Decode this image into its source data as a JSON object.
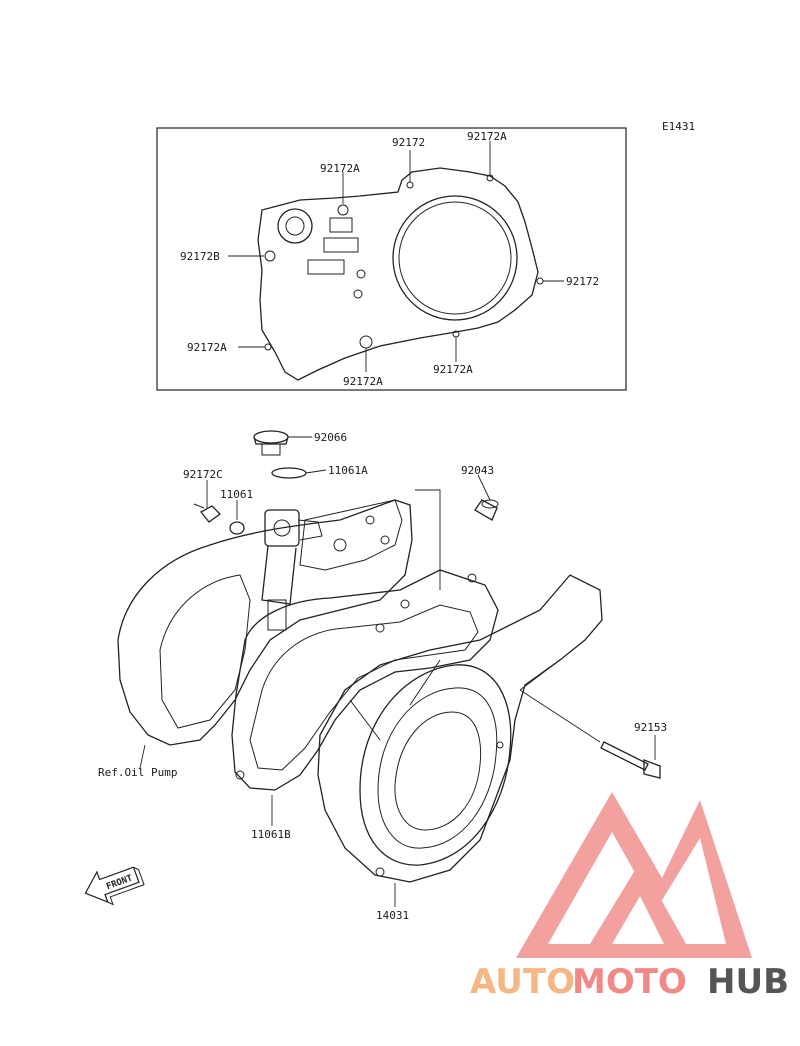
{
  "diagram_code": "E1431",
  "inset_labels": {
    "top_center": "92172",
    "top_right": "92172A",
    "upper_mid": "92172A",
    "left": "92172B",
    "right": "92172",
    "lower_left": "92172A",
    "bottom_center": "92172A",
    "bottom_right": "92172A"
  },
  "main_labels": {
    "plug": "92066",
    "ring": "11061A",
    "dowel": "92043",
    "bolt_c": "92172C",
    "washer": "11061",
    "oil_pump_ref": "Ref.Oil Pump",
    "gasket": "11061B",
    "cover": "14031",
    "bolt": "92153"
  },
  "front_arrow_text": "FRONT",
  "watermark": {
    "part1": "AUTO",
    "part2": "MOTO",
    "part3": "HUB",
    "colors": {
      "auto": "#f5b783",
      "moto": "#f08a88",
      "hub": "#555555",
      "triangle": "#f08a88"
    }
  }
}
